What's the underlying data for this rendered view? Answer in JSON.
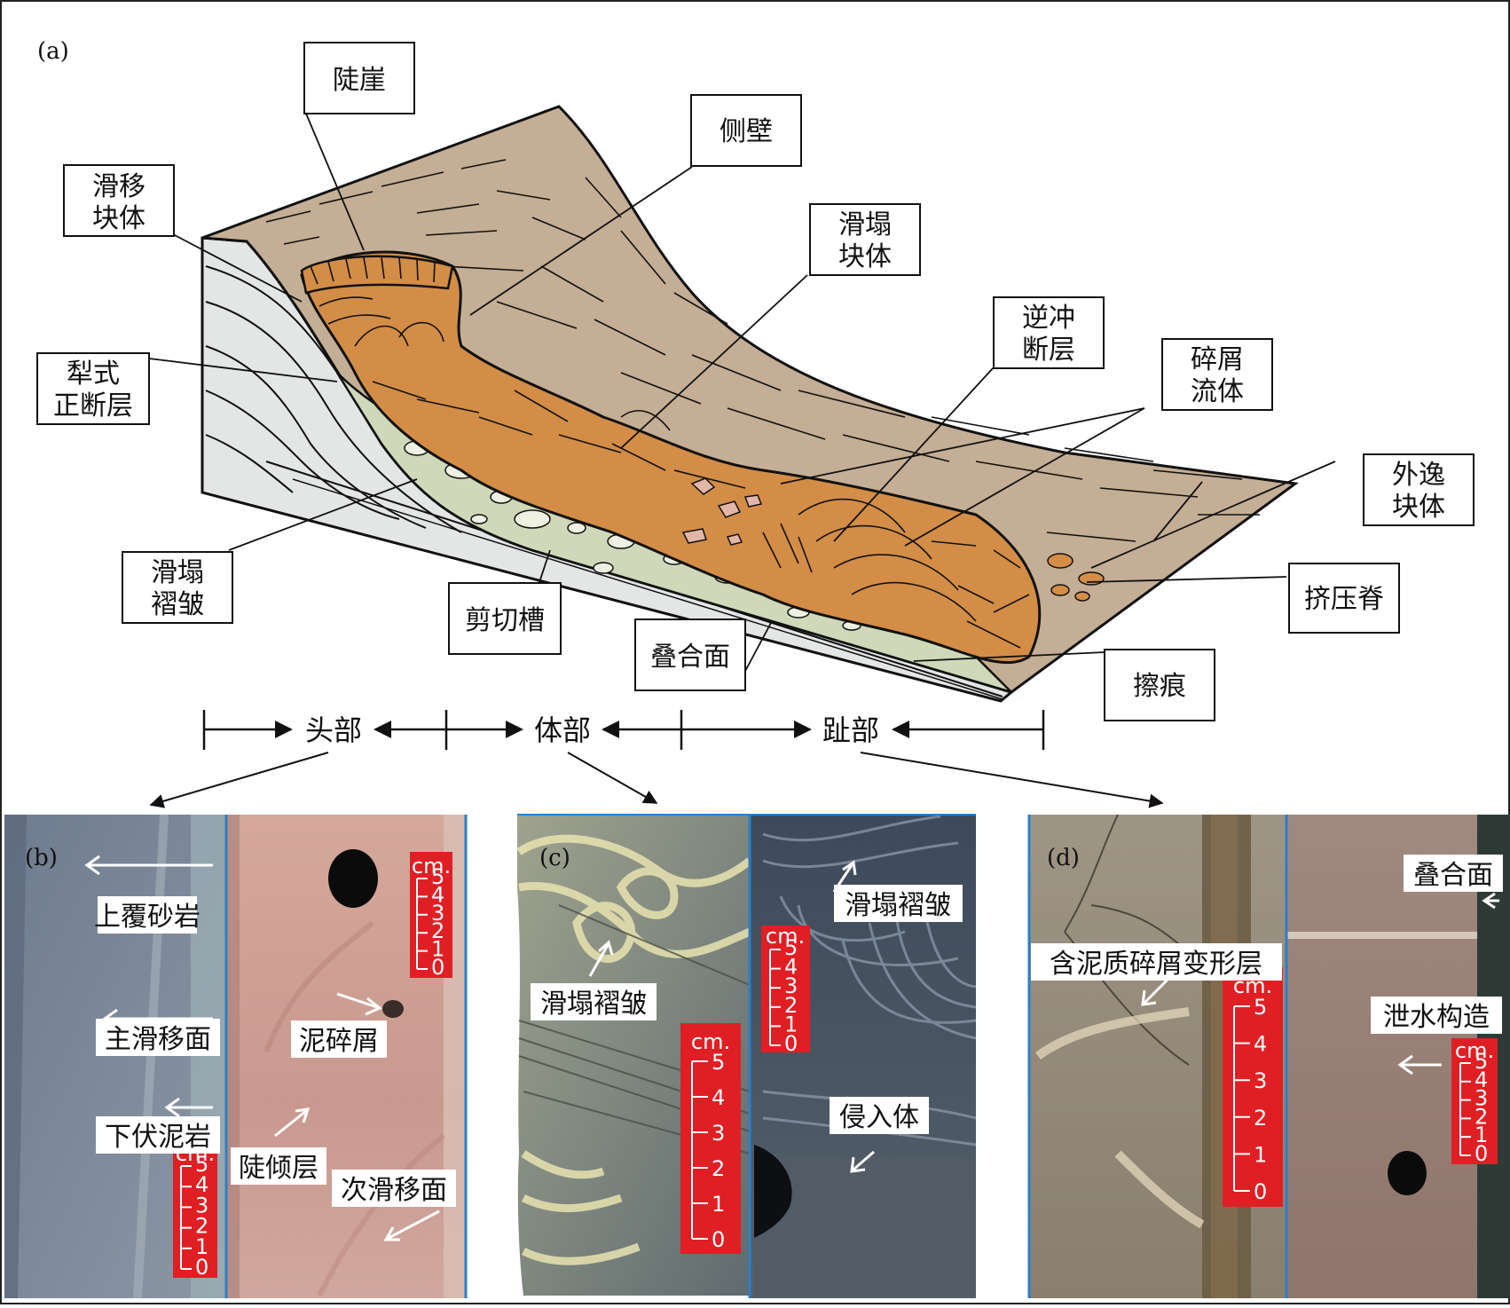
{
  "panel_tags": {
    "a": "(a)",
    "b": "(b)",
    "c": "(c)",
    "d": "(d)"
  },
  "diagram_labels": {
    "scarp": "陡崖",
    "sidewall": "侧壁",
    "slide_block_1": "滑移",
    "slide_block_2": "块体",
    "slump_block_1": "滑塌",
    "slump_block_2": "块体",
    "listric_fault_1": "犁式",
    "listric_fault_2": "正断层",
    "thrust_fault_1": "逆冲",
    "thrust_fault_2": "断层",
    "debris_flow_1": "碎屑",
    "debris_flow_2": "流体",
    "outrunner_1": "外逸",
    "outrunner_2": "块体",
    "slump_fold_1": "滑塌",
    "slump_fold_2": "褶皱",
    "shear_groove": "剪切槽",
    "pressure_ridge": "挤压脊",
    "stack_surface": "叠合面",
    "striation": "擦痕"
  },
  "zones": {
    "head": "头部",
    "body": "体部",
    "toe": "趾部"
  },
  "photo_labels": {
    "b": {
      "overlying_sandstone": "上覆砂岩",
      "main_slip_surface": "主滑移面",
      "underlying_mudstone": "下伏泥岩",
      "mud_clasts": "泥碎屑",
      "steep_bedding": "陡倾层",
      "secondary_slip_surface": "次滑移面"
    },
    "c": {
      "slump_fold_left": "滑塌褶皱",
      "slump_fold_right": "滑塌褶皱",
      "intrusion": "侵入体"
    },
    "d": {
      "muddy_debris_layer": "含泥质碎屑变形层",
      "stack_surface": "叠合面",
      "dewatering": "泄水构造"
    }
  },
  "scale_bar": {
    "unit": "cm.",
    "ticks": [
      "5",
      "4",
      "3",
      "2",
      "1",
      "0"
    ]
  },
  "colors": {
    "slope_surface": "#c4ae95",
    "slump_body": "#d38d47",
    "debris": "#cfd8b8",
    "bedrock": "#e4e6e6",
    "scale_red": "#e01f25"
  }
}
